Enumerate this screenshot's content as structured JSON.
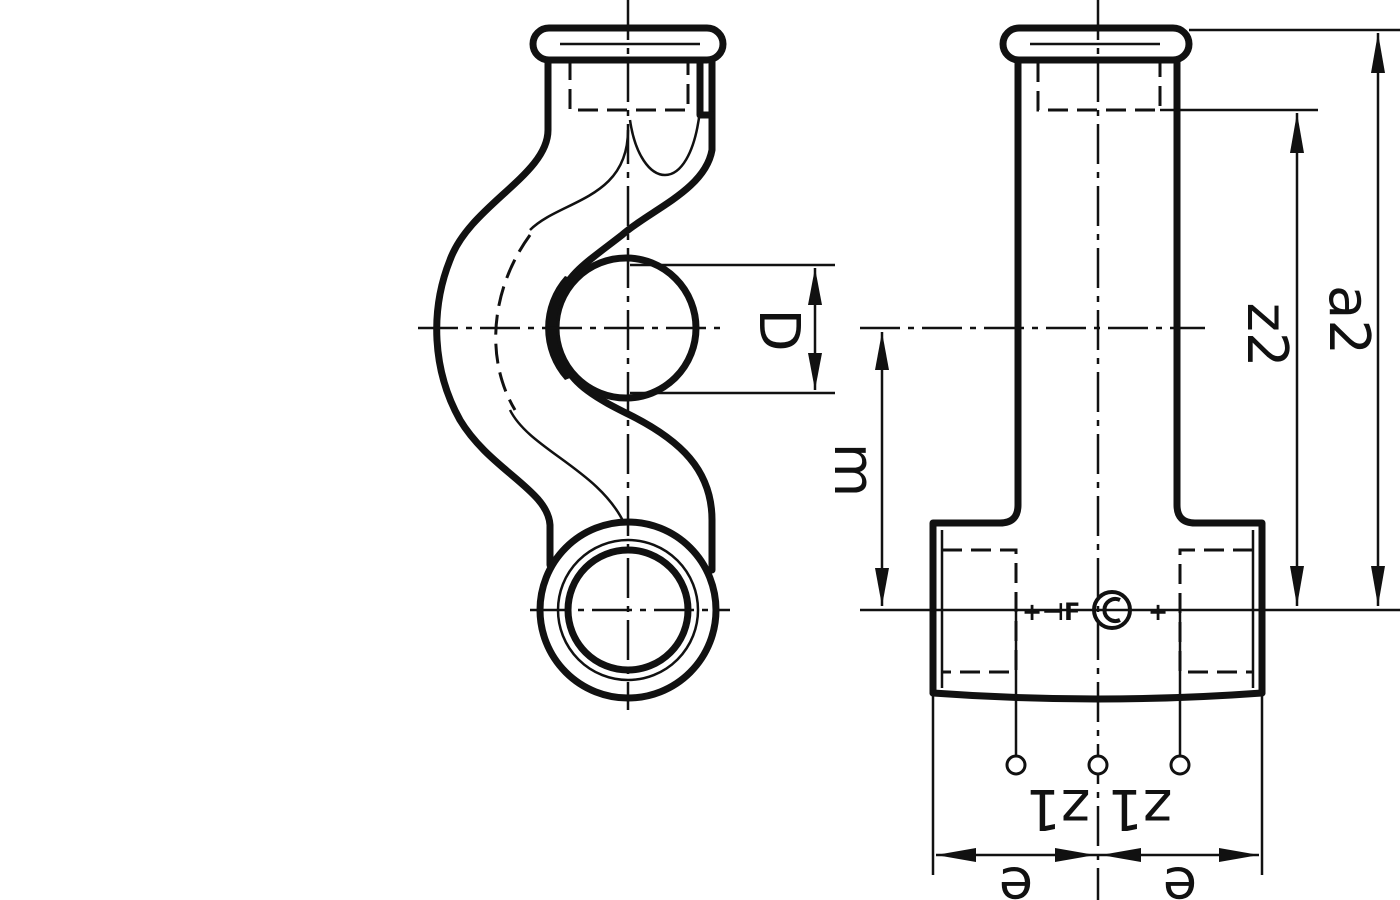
{
  "dimensions": {
    "D": "D",
    "m": "m",
    "z2": "z2",
    "a2": "a2",
    "z1_left": "z1",
    "z1_right": "z1",
    "e_left": "e",
    "e_right": "e"
  },
  "marking": {
    "left_text": "+⊣F",
    "right_text": "+"
  }
}
